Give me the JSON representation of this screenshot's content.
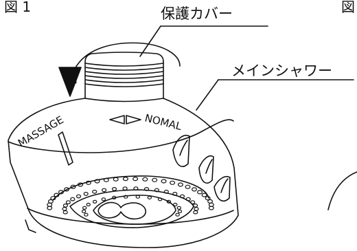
{
  "figure": {
    "label": "図 1",
    "next_label": "図"
  },
  "callouts": {
    "cover": "保護カバー",
    "main_shower": "メインシャワー"
  },
  "mode_labels": {
    "massage": "MASSAGE",
    "normal": "NOMAL"
  },
  "colors": {
    "line": "#111111",
    "background": "#ffffff"
  }
}
